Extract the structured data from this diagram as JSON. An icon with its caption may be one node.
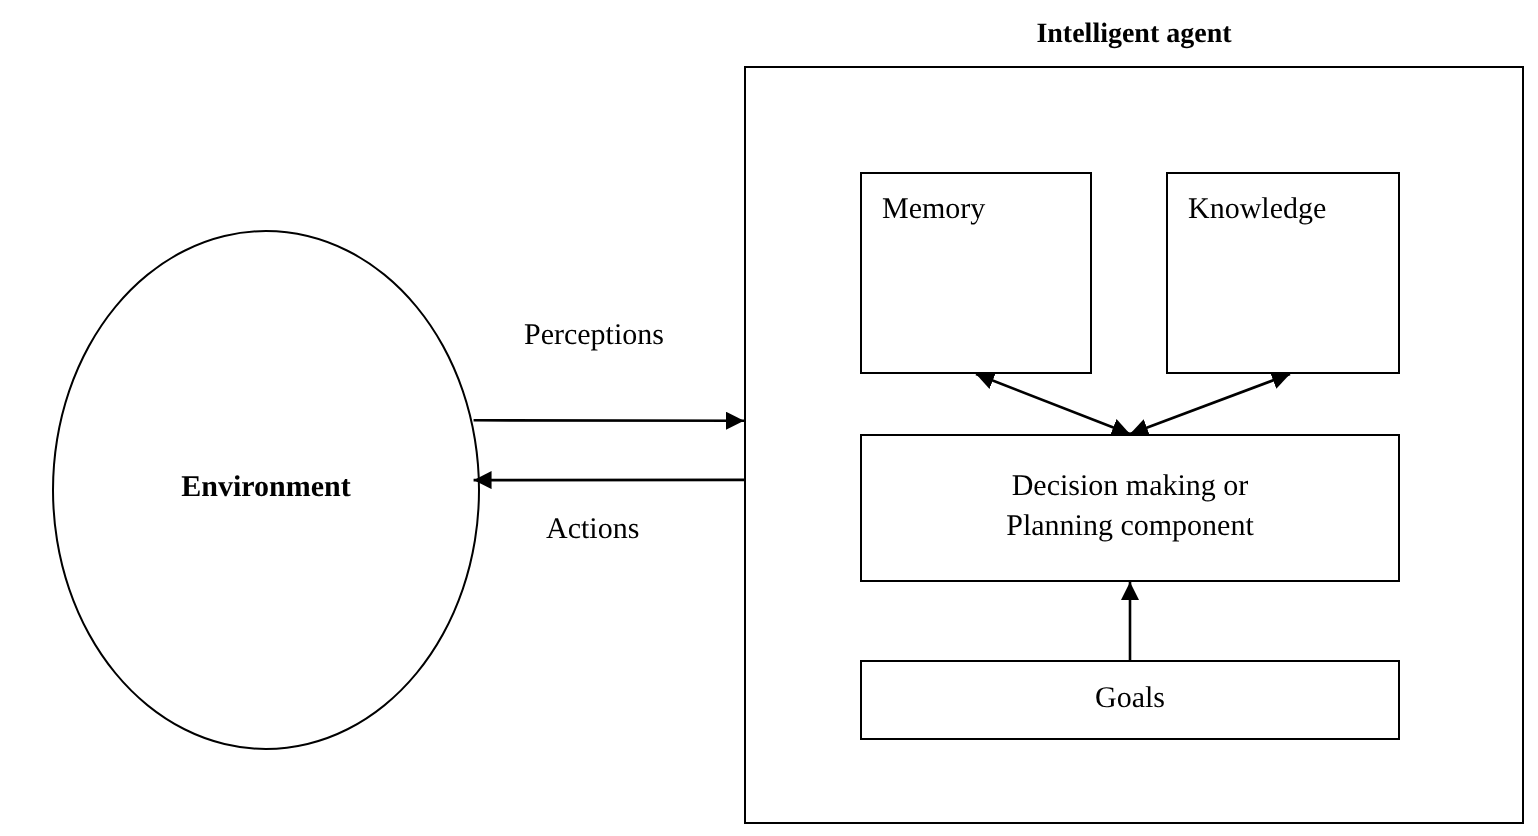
{
  "diagram": {
    "nodes": [
      {
        "text": [
          "Environment"
        ]
      },
      {
        "text": [
          "Intelligent agent"
        ]
      },
      {
        "text": [
          "Memory"
        ],
        "in": 1
      },
      {
        "text": [
          "Knowledge"
        ],
        "in": 1
      },
      {
        "text": [
          "Decision making or Planning component"
        ],
        "in": 1
      },
      {
        "text": [
          "Goals"
        ],
        "in": 1
      }
    ],
    "edges": [
      {
        "from": 0,
        "to": 1,
        "arrow": "to",
        "label": "Perceptions"
      },
      {
        "from": 1,
        "to": 0,
        "arrow": "to",
        "label": "Actions"
      },
      {
        "from": 2,
        "to": 4,
        "arrow": "both"
      },
      {
        "from": 3,
        "to": 4,
        "arrow": "both"
      },
      {
        "from": 5,
        "to": 4,
        "arrow": "to"
      }
    ]
  }
}
